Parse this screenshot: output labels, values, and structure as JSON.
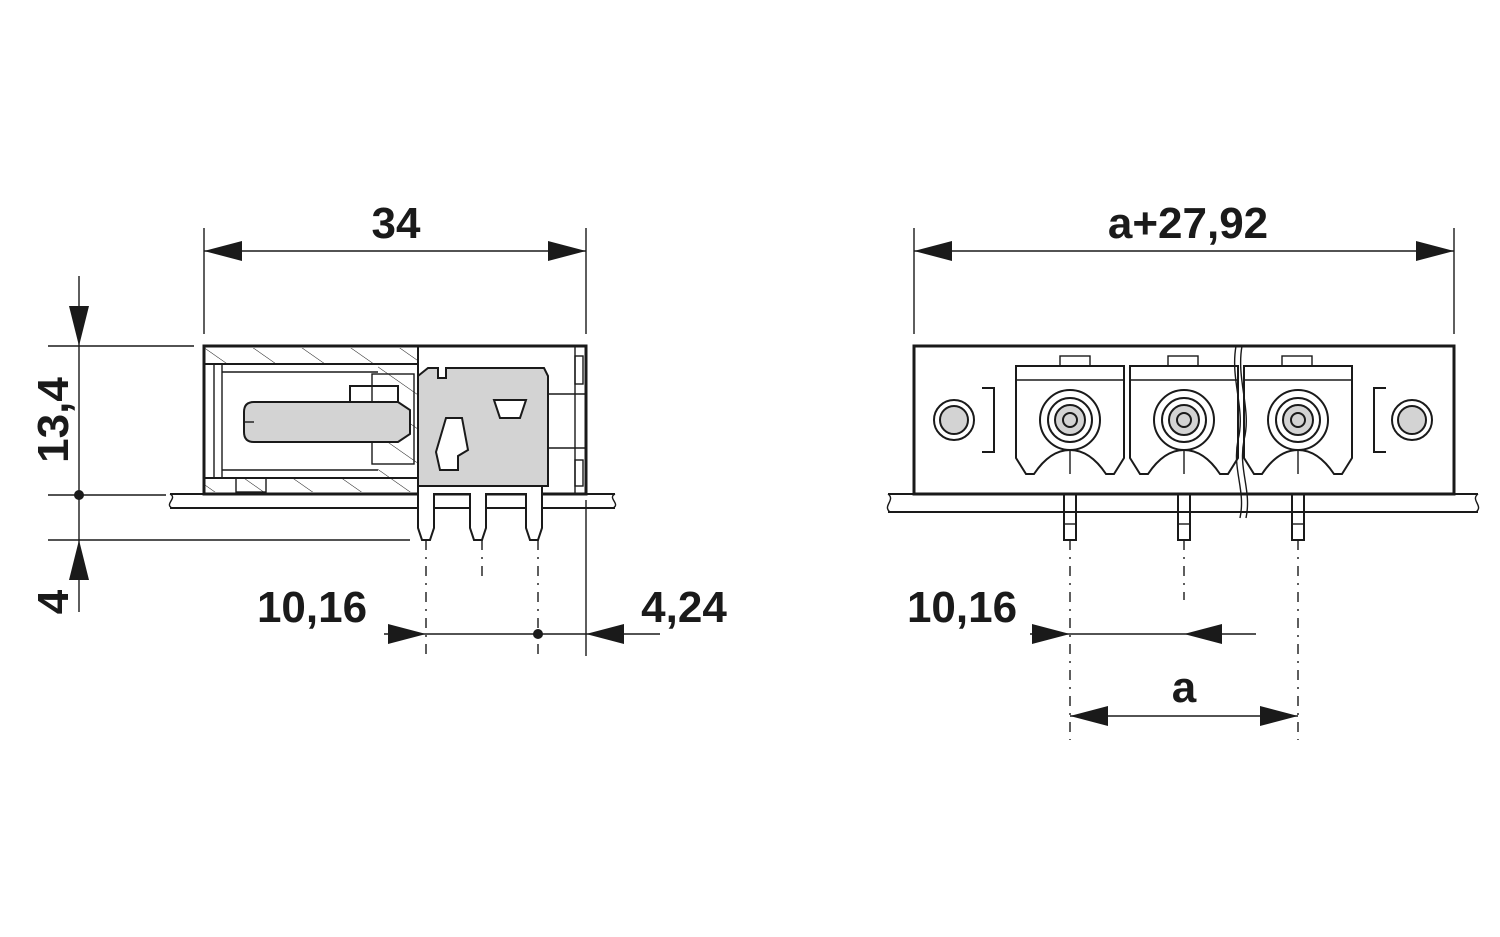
{
  "side_view": {
    "width_label": "34",
    "height_label": "13,4",
    "pin_length_label": "4",
    "pitch_label": "10,16",
    "offset_label": "4,24"
  },
  "front_view": {
    "width_label": "a+27,92",
    "pitch_label": "10,16",
    "span_label": "a"
  },
  "colors": {
    "line": "#1a1a1a",
    "fill": "#d3d3d3",
    "background": "#ffffff"
  }
}
